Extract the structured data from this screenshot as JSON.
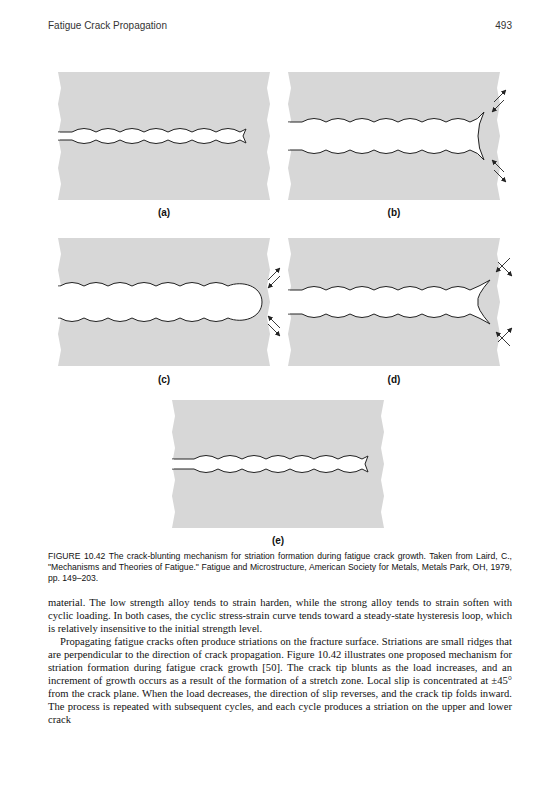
{
  "diagram": {
    "caption": "FIGURE 10.42 The crack-blunting mechanism for striation formation during fatigue crack growth. Taken from Laird, C., \"Mechanisms and Theories of Fatigue.\" Fatigue and Microstructure, American Society for Metals, Metals Park, OH, 1979, pp. 149–203.",
    "labels": [
      "Fatigue Crack Propagation",
      "493",
      "(a)",
      "(b)",
      "(c)",
      "(d)",
      "(e)",
      "material. The low strength alloy tends to strain harden, while the strong alloy tends to strain soften with cyclic loading. In both cases, the cyclic stress-strain curve tends toward a steady-state hysteresis loop, which is relatively insensitive to the initial strength level.",
      "Propagating fatigue cracks often produce striations on the fracture surface. Striations are small ridges that are perpendicular to the direction of crack propagation. Figure 10.42 illustrates one proposed mechanism for striation formation during fatigue crack growth [50]. The crack tip blunts as the load increases, and an increment of growth occurs as a result of the formation of a stretch zone. Local slip is concentrated at ±45° from the crack plane. When the load decreases, the direction of slip reverses, and the crack tip folds inward. The process is repeated with subsequent cycles, and each cycle produces a striation on the upper and lower crack"
    ]
  }
}
